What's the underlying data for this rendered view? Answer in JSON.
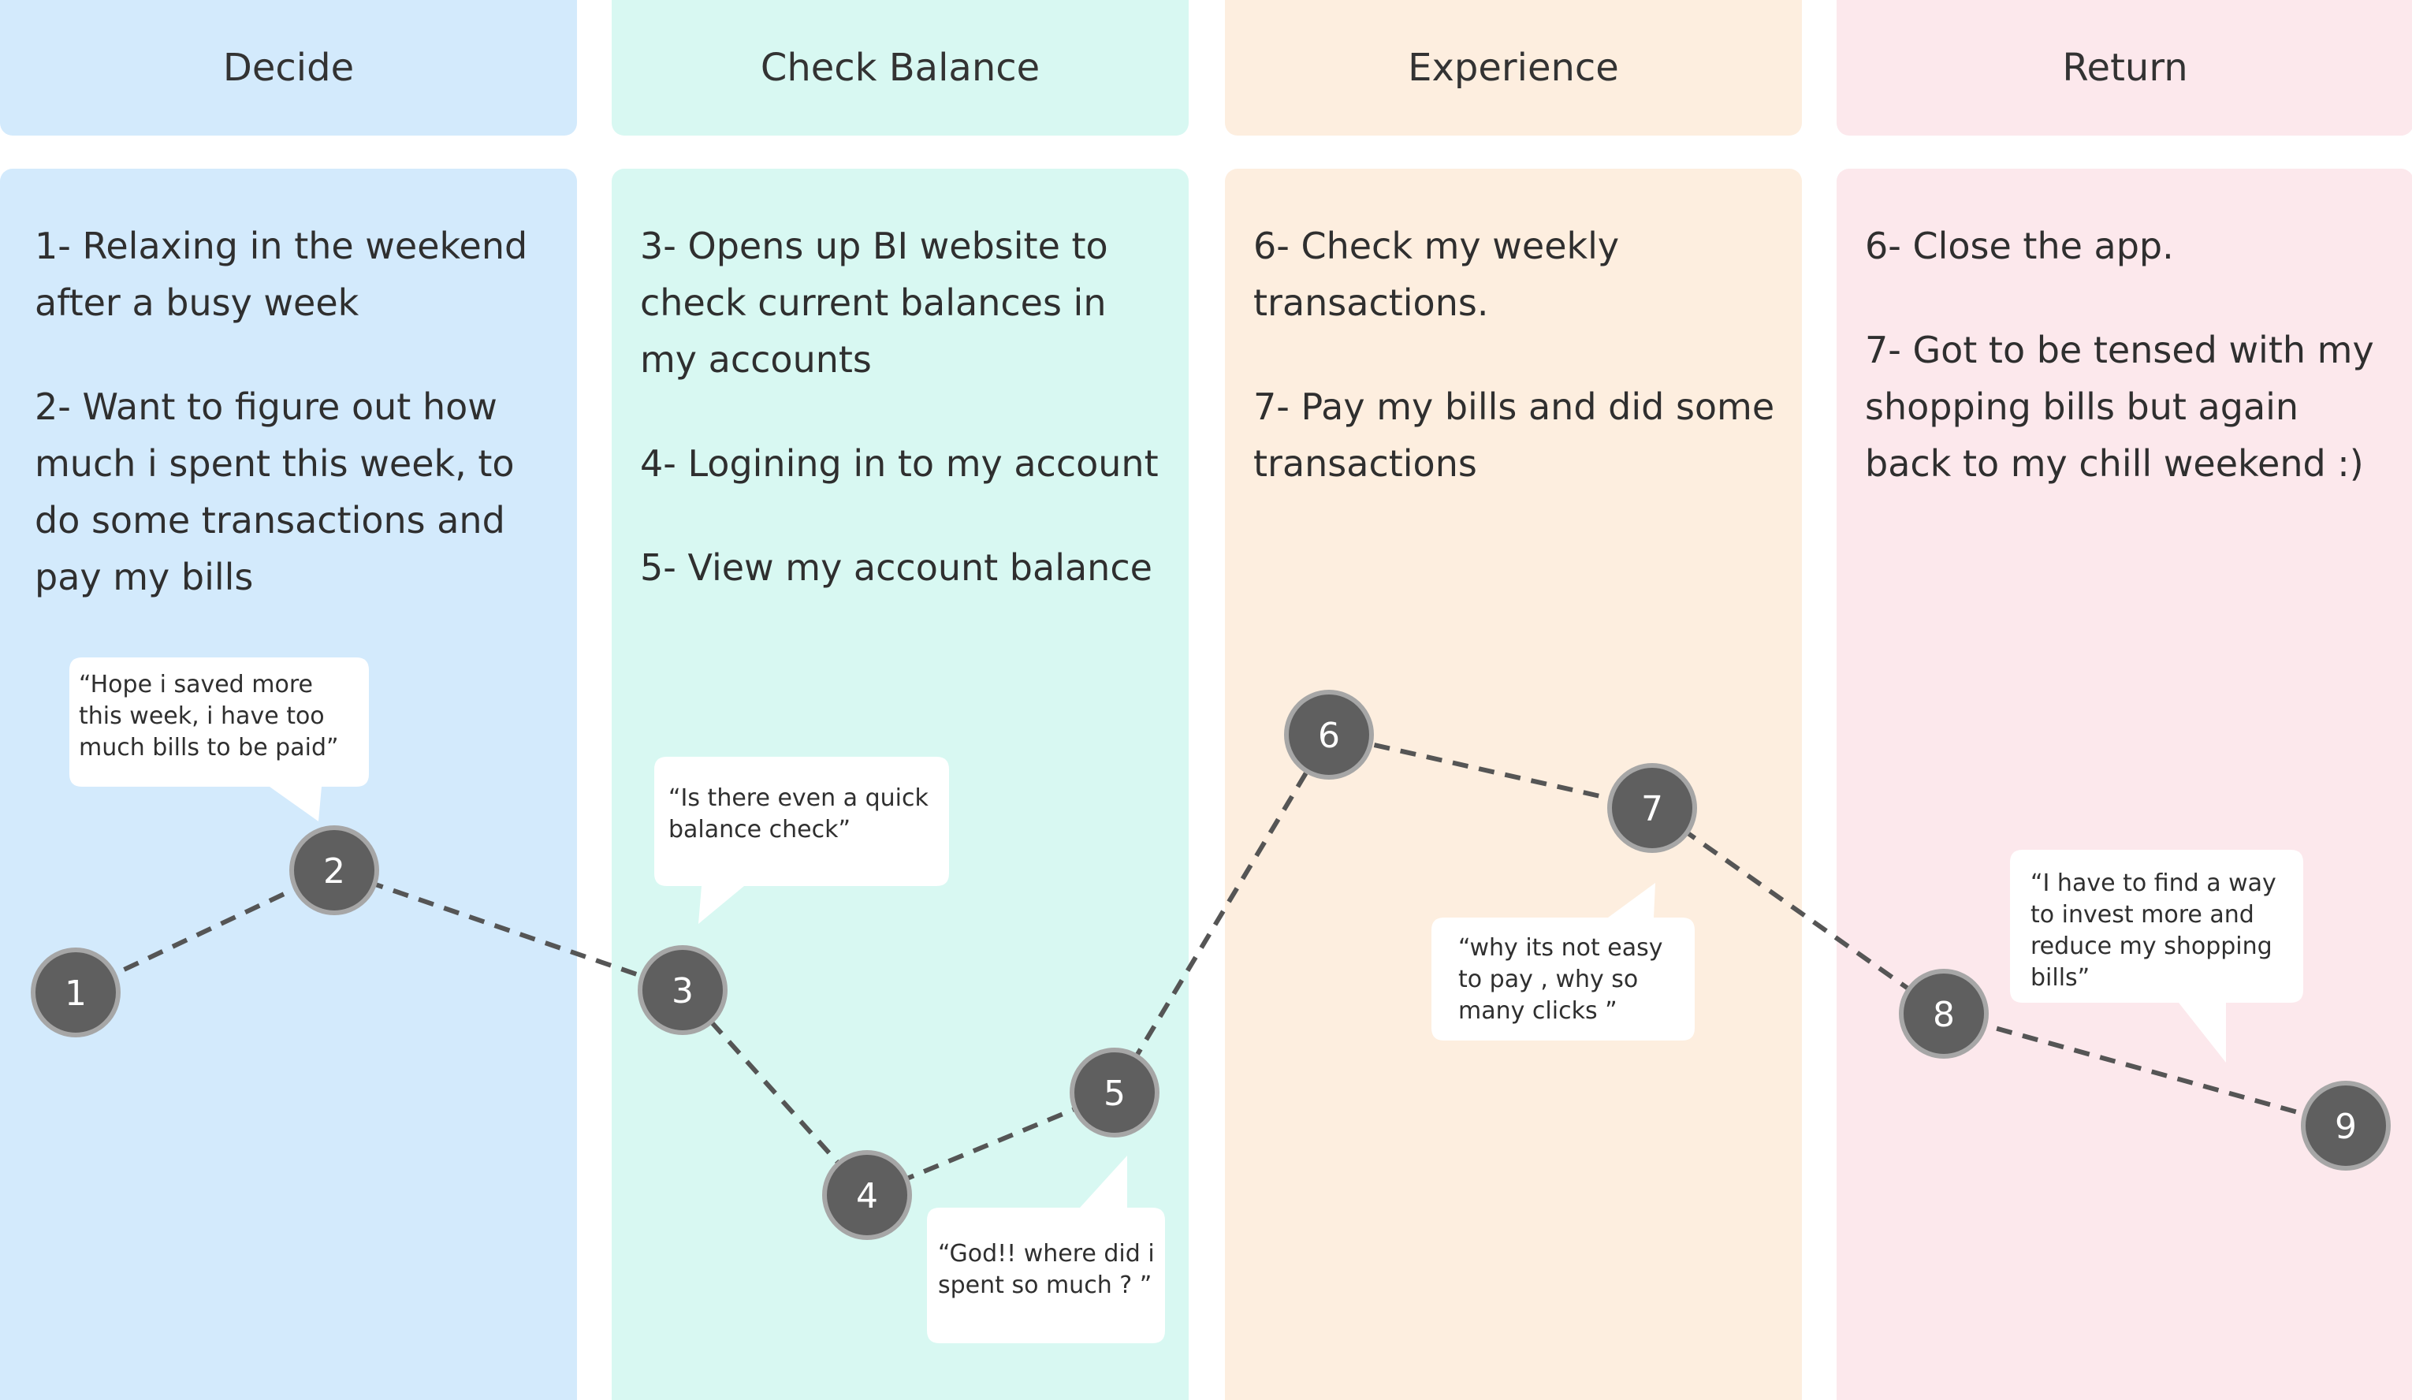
{
  "columns": [
    {
      "title": "Decide",
      "steps": [
        {
          "lines": [
            "1- Relaxing in the weekend",
            "after a busy week"
          ]
        },
        {
          "lines": [
            "2- Want to figure out how",
            "much i spent this week, to",
            "do some transactions and",
            "pay my bills"
          ]
        }
      ]
    },
    {
      "title": "Check Balance",
      "steps": [
        {
          "lines": [
            "3- Opens up BI website to",
            "check current balances in",
            "my accounts"
          ]
        },
        {
          "lines": [
            "4- Logining in to my account"
          ]
        },
        {
          "lines": [
            "5- View my account balance"
          ]
        }
      ]
    },
    {
      "title": "Experience",
      "steps": [
        {
          "lines": [
            "6- Check my weekly",
            "transactions."
          ]
        },
        {
          "lines": [
            "7- Pay my bills and did some",
            "transactions"
          ]
        }
      ]
    },
    {
      "title": "Return",
      "steps": [
        {
          "lines": [
            "6- Close the app."
          ]
        },
        {
          "lines": [
            "7- Got to be tensed with my",
            "shopping bills but again",
            "back to my chill weekend :)"
          ]
        }
      ]
    }
  ],
  "journey": {
    "nodes": [
      "1",
      "2",
      "3",
      "4",
      "5",
      "6",
      "7",
      "8",
      "9"
    ],
    "quotes": [
      {
        "lines": [
          "“Hope i saved more",
          "this week, i have too",
          "much bills to be paid”"
        ]
      },
      {
        "lines": [
          "“Is there even a quick",
          "balance check”"
        ]
      },
      {
        "lines": [
          "“God!! where did i",
          "spent so much ? ”"
        ]
      },
      {
        "lines": [
          "“why its not easy",
          "to pay , why so",
          "many clicks ”"
        ]
      },
      {
        "lines": [
          "“I have to find a way",
          "to invest more and",
          "reduce my shopping",
          "bills”"
        ]
      }
    ]
  },
  "colors": {
    "decide": "#d3eafc",
    "check_balance": "#d8f8f2",
    "experience": "#fdeedf",
    "return": "#fce8ec",
    "node_fill": "#5f5f5f",
    "node_stroke": "#a6a6a6",
    "path": "#555555"
  }
}
